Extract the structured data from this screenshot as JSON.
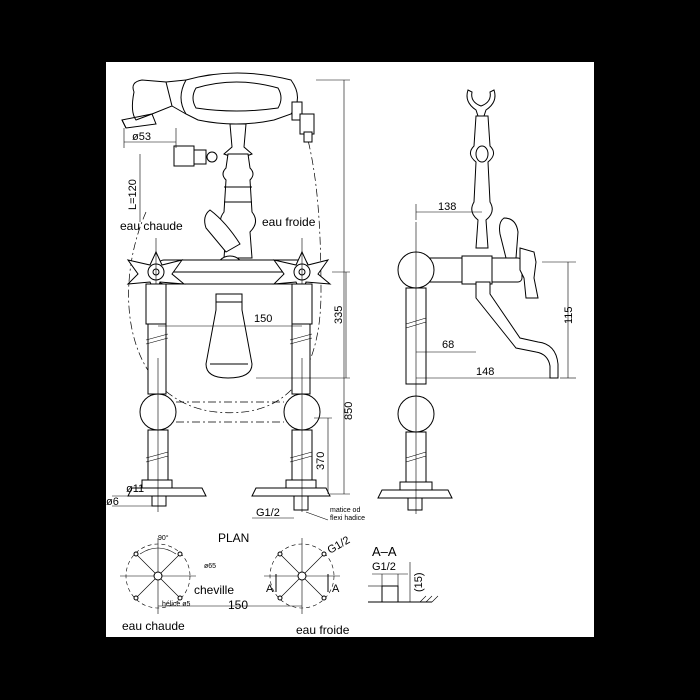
{
  "front_view": {
    "label_hot": "eau chaude",
    "label_cold": "eau froide",
    "dim_hose_dia": "ø53",
    "dim_hose_len": "L=120",
    "dim_spacing": "150",
    "dim_height_top": "335",
    "dim_height_total": "850",
    "dim_height_low": "370",
    "dim_pipe_dia": "ø11",
    "dim_small_dia": "ø6",
    "dim_thread": "G1/2",
    "note_nut_line1": "matice od",
    "note_nut_line2": "flexi hadice"
  },
  "side_view": {
    "dim_reach": "138",
    "dim_spout_height": "115",
    "dim_spout_inner": "68",
    "dim_spout_outer": "148"
  },
  "plan_view": {
    "title": "PLAN",
    "angle": "90°",
    "dim_circle_dia": "ø65",
    "dim_thread": "G1/2",
    "label_pin": "cheville",
    "label_screw": "hélice ø5",
    "dim_spacing": "150",
    "section_mark": "A",
    "label_hot": "eau chaude",
    "label_cold": "eau froide"
  },
  "section_view": {
    "title": "A–A",
    "dim_thread": "G1/2",
    "dim_depth": "(15)"
  }
}
